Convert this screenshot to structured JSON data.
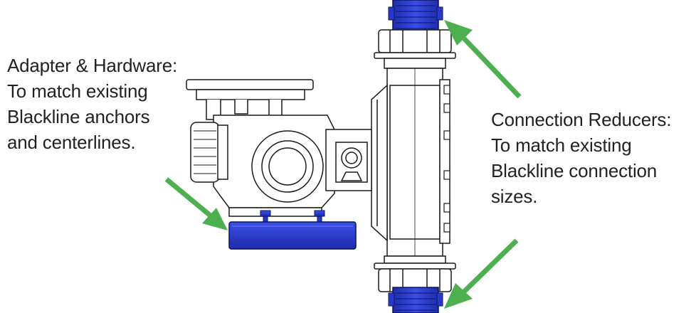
{
  "callouts": {
    "adapter": {
      "lines": [
        "Adapter & Hardware:",
        "To match existing",
        "Blackline anchors",
        "and centerlines."
      ]
    },
    "reducers": {
      "lines": [
        "Connection Reducers:",
        "To match existing",
        "Blackline connection",
        "sizes."
      ]
    }
  },
  "colors": {
    "highlight_blue": "#2f3fd6",
    "arrow_green": "#4caf50",
    "line": "#1a1a1a"
  }
}
